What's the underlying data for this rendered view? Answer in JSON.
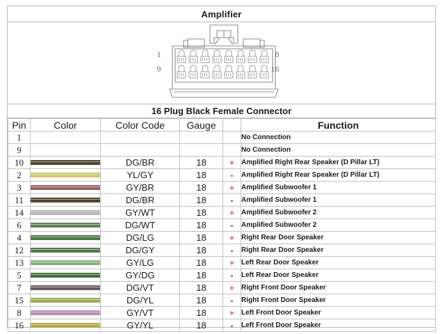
{
  "header": {
    "title": "Amplifier"
  },
  "diagram": {
    "name": "16-pin-connector",
    "pin_labels": {
      "top_left": "1",
      "top_right": "8",
      "bottom_left": "9",
      "bottom_right": "16"
    },
    "rows": 2,
    "columns": 8
  },
  "subtitle": {
    "text": "16 Plug Black Female Connector"
  },
  "table": {
    "columns": [
      "Pin",
      "Color",
      "Color Code",
      "Gauge",
      "",
      "Function"
    ],
    "rows": [
      {
        "pin": "1",
        "swatch": "",
        "code": "",
        "gauge": "",
        "polarity": "",
        "function": "No Connection"
      },
      {
        "pin": "9",
        "swatch": "",
        "code": "",
        "gauge": "",
        "polarity": "",
        "function": "No Connection"
      },
      {
        "pin": "10",
        "swatch": "#4d4530",
        "code": "DG/BR",
        "gauge": "18",
        "polarity": "+",
        "function": "Amplified Right Rear Speaker (D Pillar LT)"
      },
      {
        "pin": "2",
        "swatch": "#cfc86f",
        "code": "YL/GY",
        "gauge": "18",
        "polarity": "-",
        "function": "Amplified Right Rear Speaker (D Pillar LT)"
      },
      {
        "pin": "3",
        "swatch": "#9b5f63",
        "code": "GY/BR",
        "gauge": "18",
        "polarity": "+",
        "function": "Amplified Subwoofer 1"
      },
      {
        "pin": "11",
        "swatch": "#4d4530",
        "code": "DG/BR",
        "gauge": "18",
        "polarity": "-",
        "function": "Amplified Subwoofer 1"
      },
      {
        "pin": "14",
        "swatch": "#b6b6b6",
        "code": "GY/WT",
        "gauge": "18",
        "polarity": "+",
        "function": "Amplified Subwoofer 2"
      },
      {
        "pin": "6",
        "swatch": "#5f8159",
        "code": "DG/WT",
        "gauge": "18",
        "polarity": "-",
        "function": "Amplified Subwoofer 2"
      },
      {
        "pin": "4",
        "swatch": "#4d7a47",
        "code": "DG/LG",
        "gauge": "18",
        "polarity": "+",
        "function": "Right Rear Door Speaker"
      },
      {
        "pin": "12",
        "swatch": "#4f7a4a",
        "code": "DG/GY",
        "gauge": "18",
        "polarity": "-",
        "function": "Right Rear Door Speaker"
      },
      {
        "pin": "13",
        "swatch": "#8bb07e",
        "code": "GY/LG",
        "gauge": "18",
        "polarity": "+",
        "function": "Left Rear Door Speaker"
      },
      {
        "pin": "5",
        "swatch": "#466d41",
        "code": "GY/DG",
        "gauge": "18",
        "polarity": "-",
        "function": "Left Rear Door Speaker"
      },
      {
        "pin": "7",
        "swatch": "#6d5a63",
        "code": "DG/VT",
        "gauge": "18",
        "polarity": "+",
        "function": "Right Front  Door Speaker"
      },
      {
        "pin": "15",
        "swatch": "#9aad53",
        "code": "DG/YL",
        "gauge": "18",
        "polarity": "-",
        "function": "Right Front  Door Speaker"
      },
      {
        "pin": "8",
        "swatch": "#b98cb5",
        "code": "GY/VT",
        "gauge": "18",
        "polarity": "+",
        "function": "Left Front  Door Speaker"
      },
      {
        "pin": "16",
        "swatch": "#b4a84e",
        "code": "GY/YL",
        "gauge": "18",
        "polarity": "-",
        "function": "Left Front  Door Speaker"
      }
    ]
  },
  "colors": {
    "plus": "#d4626c",
    "minus": "#3a3a3a",
    "border": "#c2c2c2",
    "frame": "#b9b9b9",
    "text": "#1c1c1c",
    "diagram_line": "#8c8c8c"
  }
}
